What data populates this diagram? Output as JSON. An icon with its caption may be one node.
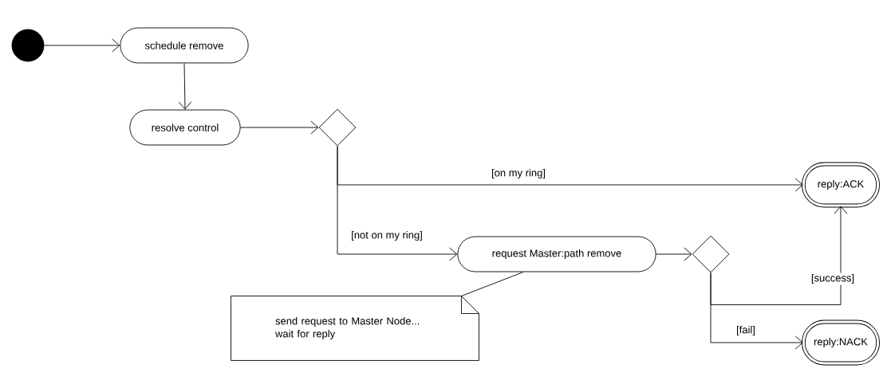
{
  "diagram": {
    "nodes": [
      {
        "text": [],
        "shape": "circle"
      },
      {
        "text": [
          "schedule remove"
        ]
      },
      {
        "text": [
          "resolve control"
        ]
      },
      {
        "text": [],
        "shape": "diamond"
      },
      {
        "text": [
          "reply:ACK"
        ]
      },
      {
        "text": [
          "request Master:path remove"
        ]
      },
      {
        "text": [],
        "shape": "diamond"
      },
      {
        "text": [
          "send request to Master Node... wait for reply"
        ]
      },
      {
        "text": [
          "reply:NACK"
        ]
      }
    ],
    "edges": [
      {
        "from": 0,
        "to": 1,
        "arrow": "to"
      },
      {
        "from": 1,
        "to": 2,
        "arrow": "to"
      },
      {
        "from": 2,
        "to": 3,
        "arrow": "to"
      },
      {
        "from": 3,
        "to": 4,
        "arrow": "to",
        "label": "[on my ring]"
      },
      {
        "from": 3,
        "to": 5,
        "arrow": "to",
        "label": "[not on my ring]"
      },
      {
        "from": 5,
        "to": 6,
        "arrow": "to"
      },
      {
        "from": 6,
        "to": 4,
        "arrow": "to",
        "label": "[success]"
      },
      {
        "from": 6,
        "to": 8,
        "arrow": "to",
        "label": "[fail]"
      },
      {
        "from": 7,
        "to": 5,
        "arrow": "none"
      }
    ]
  }
}
